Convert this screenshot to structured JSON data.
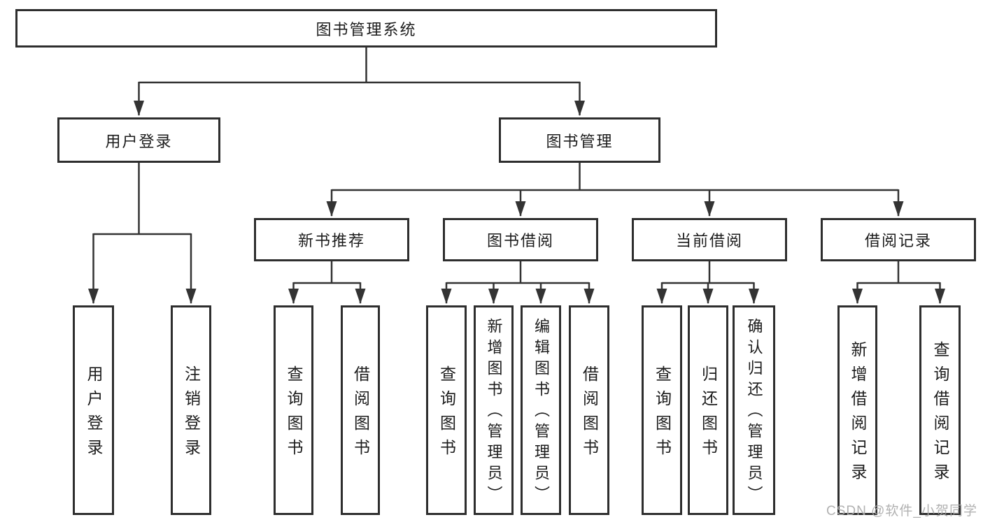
{
  "tree": {
    "root": {
      "label": "图书管理系统"
    },
    "branches": [
      {
        "label": "用户登录",
        "children": [
          {
            "label": "用户登录"
          },
          {
            "label": "注销登录"
          }
        ]
      },
      {
        "label": "图书管理",
        "children": [
          {
            "label": "新书推荐",
            "children": [
              {
                "label": "查询图书"
              },
              {
                "label": "借阅图书"
              }
            ]
          },
          {
            "label": "图书借阅",
            "children": [
              {
                "label": "查询图书"
              },
              {
                "label": "新增图书（管理员）"
              },
              {
                "label": "编辑图书（管理员）"
              },
              {
                "label": "借阅图书"
              }
            ]
          },
          {
            "label": "当前借阅",
            "children": [
              {
                "label": "查询图书"
              },
              {
                "label": "归还图书"
              },
              {
                "label": "确认归还（管理员）"
              }
            ]
          },
          {
            "label": "借阅记录",
            "children": [
              {
                "label": "新增借阅记录"
              },
              {
                "label": "查询借阅记录"
              }
            ]
          }
        ]
      }
    ]
  },
  "watermark": {
    "text": "CSDN @软件_小贺同学"
  },
  "colors": {
    "background": "#ffffff",
    "line": "#333333",
    "box_border": "#2e2e2e",
    "text": "#1c1c1c",
    "watermark": "#aaaaaa"
  }
}
